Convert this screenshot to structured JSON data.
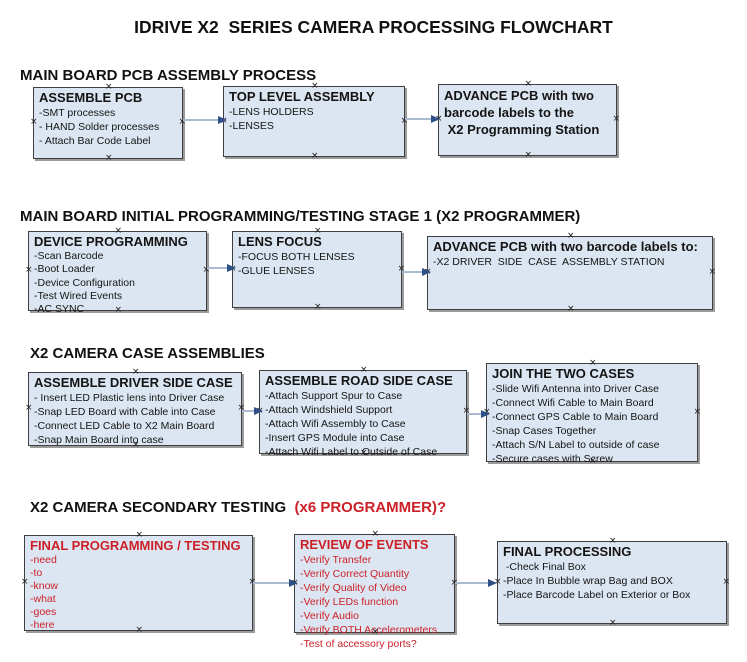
{
  "title": "IDRIVE X2  SERIES CAMERA PROCESSING FLOWCHART",
  "colors": {
    "box_fill": "#dce6f2",
    "box_border": "#3f3f3f",
    "arrow_line": "#a9bad2",
    "arrow_head": "#2f4f87",
    "red_text": "#cc2027",
    "black_text": "#141414"
  },
  "icons": {
    "anchor_x_icon": "×",
    "connector_arrow_icon": "→"
  },
  "sections": [
    {
      "header": "MAIN BOARD PCB ASSEMBLY PROCESS",
      "boxes": [
        {
          "title": "ASSEMBLE PCB",
          "lines": [
            "-SMT processes",
            "- HAND Solder processes",
            "- Attach Bar Code Label"
          ]
        },
        {
          "title": "TOP LEVEL ASSEMBLY",
          "lines": [
            "-LENS HOLDERS",
            "-LENSES"
          ]
        },
        {
          "title": "",
          "lines": [
            "ADVANCE PCB with two",
            "barcode labels to the",
            " X2 Programming Station"
          ]
        }
      ]
    },
    {
      "header": "MAIN BOARD INITIAL PROGRAMMING/TESTING STAGE 1 (X2 PROGRAMMER)",
      "boxes": [
        {
          "title": "DEVICE PROGRAMMING",
          "lines": [
            "-Scan Barcode",
            "-Boot Loader",
            "-Device Configuration",
            "-Test Wired Events",
            "-AC SYNC"
          ]
        },
        {
          "title": "LENS FOCUS",
          "lines": [
            "-FOCUS BOTH LENSES",
            "-GLUE LENSES"
          ]
        },
        {
          "title": "ADVANCE PCB with two barcode labels to:",
          "lines": [
            "-X2 DRIVER  SIDE  CASE  ASSEMBLY STATION"
          ]
        }
      ]
    },
    {
      "header": "X2 CAMERA CASE ASSEMBLIES",
      "boxes": [
        {
          "title": "ASSEMBLE DRIVER SIDE CASE",
          "lines": [
            "- Insert LED Plastic lens into Driver Case",
            "-Snap LED Board with Cable into Case",
            "-Connect LED Cable to X2 Main Board",
            "-Snap Main Board into case"
          ]
        },
        {
          "title": "ASSEMBLE ROAD SIDE CASE",
          "lines": [
            "-Attach Support Spur to Case",
            "-Attach Windshield Support",
            "-Attach Wifi Assembly to Case",
            "-Insert GPS Module into Case",
            "-Attach Wifi Label to Outside of Case"
          ]
        },
        {
          "title": "JOIN THE TWO CASES",
          "lines": [
            "-Slide Wifi Antenna into Driver Case",
            "-Connect Wifi Cable to Main Board",
            "-Connect GPS Cable to Main Board",
            "-Snap Cases Together",
            "-Attach S/N Label to outside of case",
            "-Secure cases with Screw"
          ]
        }
      ]
    },
    {
      "header": "X2 CAMERA SECONDARY TESTING ",
      "header_red": " (x6 PROGRAMMER)?",
      "boxes": [
        {
          "title": "FINAL PROGRAMMING / TESTING",
          "lines": [
            "-need",
            "-to",
            "-know",
            "-what",
            "-goes",
            "-here"
          ]
        },
        {
          "title": "REVIEW OF EVENTS",
          "lines": [
            "-Verify Transfer",
            "-Verify Correct Quantity",
            "-Verify Quality of Video",
            "-Verify LEDs function",
            "-Verify Audio",
            "-Verify BOTH Accelerometers",
            "-Test of accessory ports?"
          ]
        },
        {
          "title": "FINAL PROCESSING",
          "lines": [
            " -Check Final Box",
            "-Place In Bubble wrap Bag and BOX",
            "-Place Barcode Label on Exterior or Box"
          ]
        }
      ]
    }
  ]
}
